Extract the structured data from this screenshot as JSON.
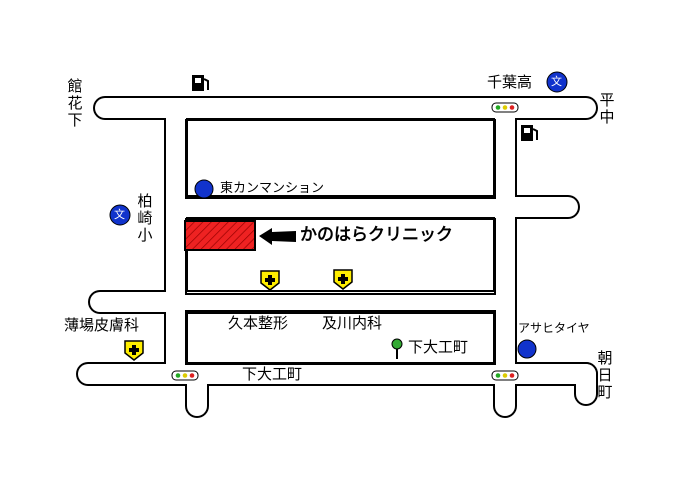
{
  "map": {
    "clinic": {
      "name": "かのはらクリニック",
      "marker_color": "#ee2222"
    },
    "colors": {
      "road_fill": "#ffffff",
      "road_outline": "#000000",
      "building_marker": "#1133cc",
      "hospital_marker": "#ffee00",
      "tree_marker": "#33aa33"
    },
    "labels": {
      "kanhanashita": "館花下",
      "chibataka": "千葉高",
      "hiranaka": "平中",
      "kashiwazakisho": "柏崎小",
      "higashi_mansion": "東カンマンション",
      "usuba_hifuka": "薄場皮膚科",
      "kumoto_seikei": "久本整形",
      "oyokawa_naika": "及川内科",
      "shimodaiku_landmark": "下大工町",
      "shimodaiku_road": "下大工町",
      "asahi_tire": "アサヒタイヤ",
      "asahimachi": "朝日町"
    },
    "icons": {
      "school": "school-icon",
      "gas_station": "gas-station-icon",
      "building": "building-circle-icon",
      "hospital": "hospital-icon",
      "traffic_signal": "traffic-signal-icon",
      "tree": "tree-icon",
      "arrow": "arrow-left-icon"
    },
    "school_symbol": "文"
  }
}
